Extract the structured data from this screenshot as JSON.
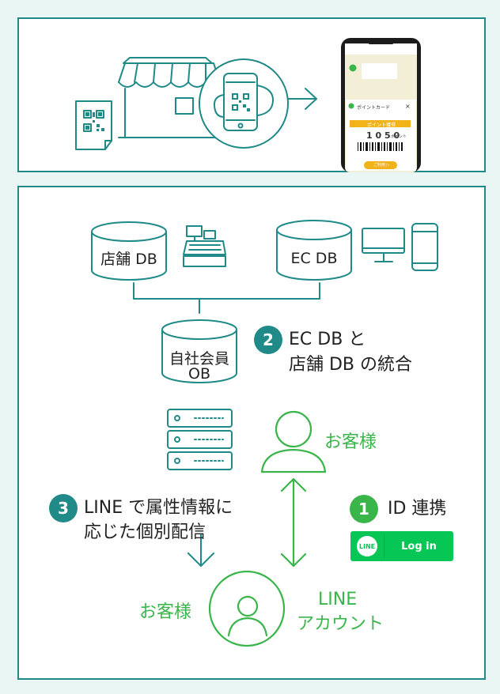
{
  "phone": {
    "card_title": "ポイントカード",
    "close": "×",
    "card_label": "ポイント獲得",
    "points_value": "1 0 5 0",
    "points_unit": "ポイント",
    "action": "ご利用 ▷"
  },
  "databases": {
    "store": "店舗 DB",
    "ec": "EC DB",
    "member_line1": "自社会員",
    "member_line2": "OB"
  },
  "steps": {
    "step2_number": "2",
    "step2_line1": "EC DB と",
    "step2_line2": "店舗 DB の統合",
    "step3_number": "3",
    "step3_line1": "LINE で属性情報に",
    "step3_line2": "応じた個別配信",
    "step1_number": "1",
    "step1_text": "ID 連携"
  },
  "login_button": {
    "logo": "LINE",
    "label": "Log in"
  },
  "customer_right": "お客様",
  "customer_left": "お客様",
  "line_account_line1": "LINE",
  "line_account_line2": "アカウント",
  "colors": {
    "teal": "#1f8a88",
    "green": "#39b54a",
    "line_green": "#06c755"
  }
}
